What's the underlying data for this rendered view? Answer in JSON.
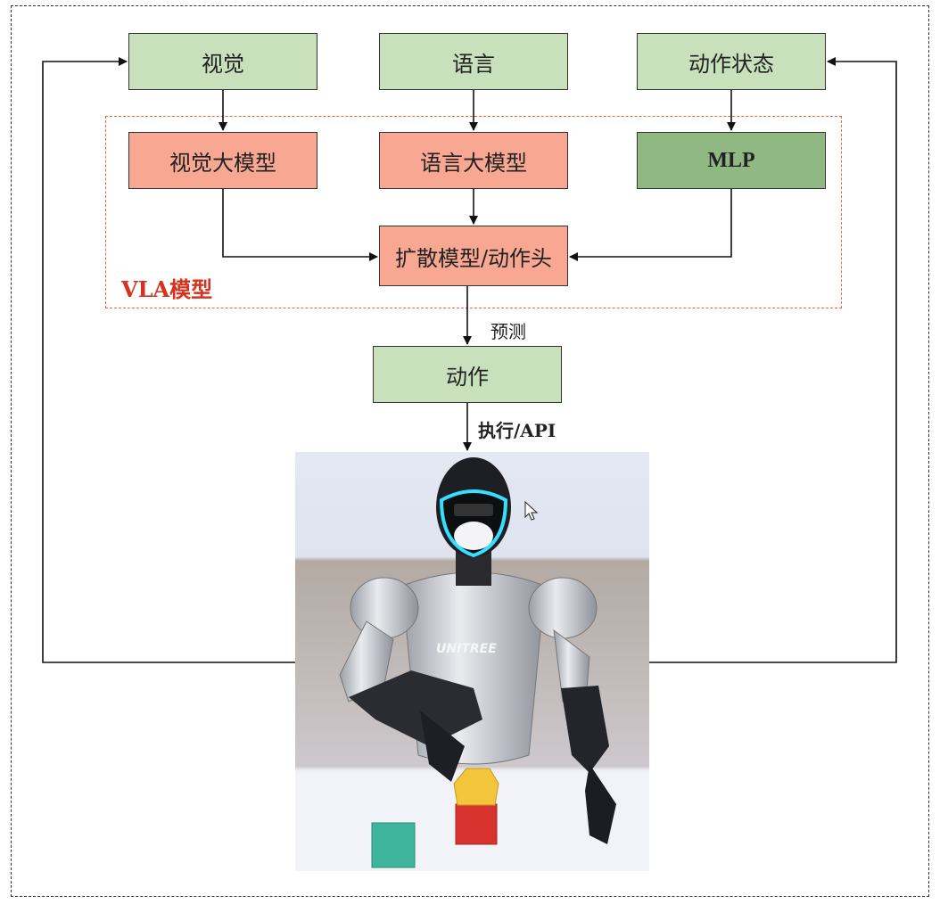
{
  "diagram": {
    "inputs": {
      "vision": "视觉",
      "language": "语言",
      "action_state": "动作状态"
    },
    "models": {
      "vision_model": "视觉大模型",
      "language_model": "语言大模型",
      "mlp": "MLP",
      "diffusion_head": "扩散模型/动作头"
    },
    "vla_label": "VLA模型",
    "predict_label": "预测",
    "action": "动作",
    "execute_label": "执行/API",
    "robot_brand": "UNITREE"
  },
  "colors": {
    "input_box": "#c8e0bc",
    "model_box": "#f8a793",
    "mlp_box": "#8fb883",
    "vla_border": "#e06a3c",
    "vla_text": "#d7321e"
  },
  "icons": {
    "robot_image": "humanoid-robot-illustration",
    "cursor": "mouse-cursor-icon"
  }
}
